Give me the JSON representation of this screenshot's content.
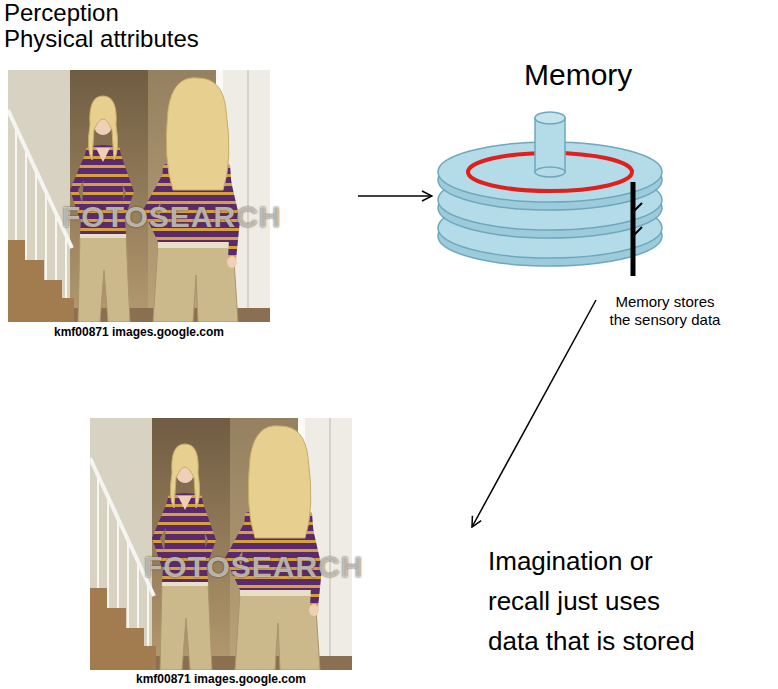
{
  "diagram": {
    "nodes": [
      {
        "text": [
          "Perception Physical attributes",
          "kmf00871 images.google.com"
        ]
      },
      {
        "text": [
          "Memory",
          "Memory stores the sensory data"
        ]
      },
      {
        "text": [
          "kmf00871 images.google.com"
        ]
      }
    ],
    "edges": [
      {
        "from": 0,
        "to": 1,
        "arrow": "to"
      },
      {
        "from": 1,
        "to": 2,
        "arrow": "to"
      }
    ],
    "labels": [
      "FOTOSEARCH",
      "FOTOSEARCH",
      "Imagination or recall just uses data that is stored"
    ]
  }
}
